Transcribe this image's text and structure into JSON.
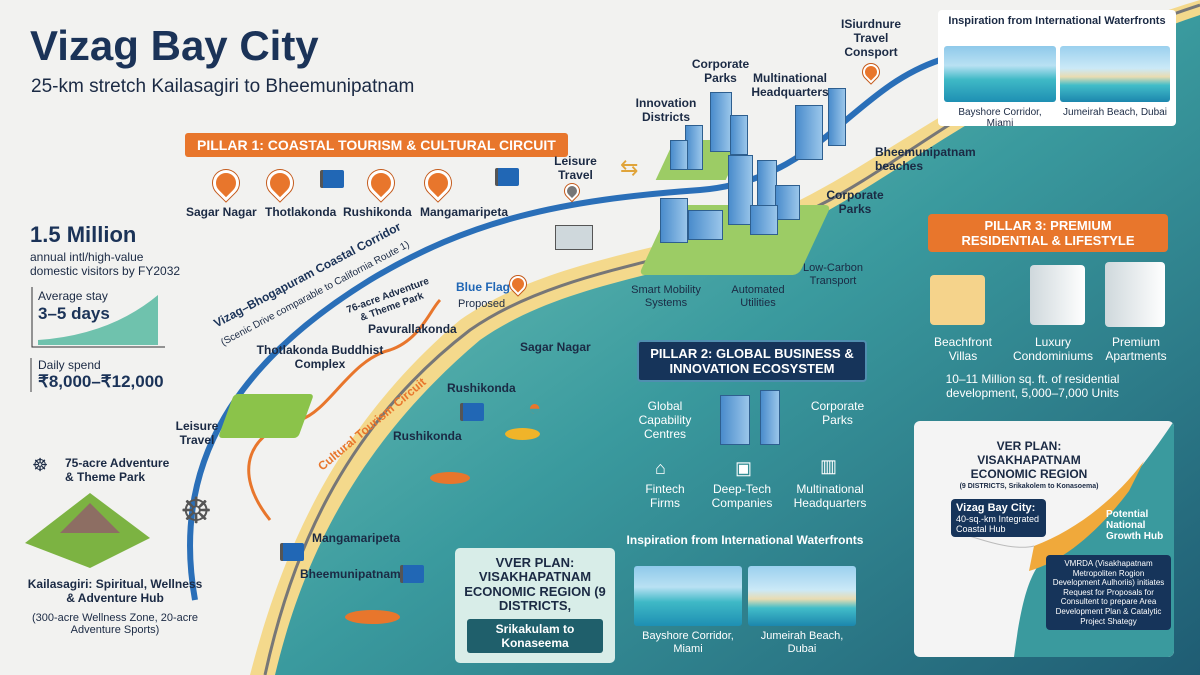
{
  "header": {
    "title": "Vizag Bay City",
    "subtitle": "25-km stretch Kailasagiri to Bheemunipatnam"
  },
  "pillar1": {
    "label": "PILLAR 1: COASTAL TOURISM & CULTURAL CIRCUIT",
    "stops": [
      "Sagar Nagar",
      "Thotlakonda",
      "Rushikonda",
      "Mangamaripeta"
    ]
  },
  "stats": {
    "visitors_value": "1.5 Million",
    "visitors_desc": "annual intl/high-value domestic visitors by FY2032",
    "stay_label": "Average stay",
    "stay_value": "3–5 days",
    "spend_label": "Daily spend",
    "spend_value": "₹8,000–₹12,000"
  },
  "map": {
    "corridor": "Vizag–Bhogapuram Coastal Corridor",
    "corridor_sub": "(Scenic Drive comparable to California Route 1)",
    "adventure_park_small": "76-acre Adventure & Theme Park",
    "blue_flag": "Blue Flag",
    "proposed": "Proposed",
    "pavurallakonda": "Pavurallakonda",
    "thotlakonda_complex": "Thotlakonda Buddhist Complex",
    "circuit": "Cultural Tourism Circuit",
    "sagar_nagar": "Sagar Nagar",
    "rushikonda_1": "Rushikonda",
    "rushikonda_2": "Rushikonda",
    "leisure_travel_1": "Leisure Travel",
    "leisure_travel_2": "Leisure Travel",
    "adventure_park": "75-acre Adventure & Theme Park",
    "kailasagiri": "Kailasagiri: Spiritual, Wellness & Adventure Hub",
    "kailasagiri_sub": "(300-acre Wellness Zone, 20-acre Adventure Sports)",
    "mangamaripeta": "Mangamaripeta",
    "bheemunipatnam": "Bheemunipatnam",
    "innovation": "Innovation Districts",
    "corporate_parks_1": "Corporate Parks",
    "multinational": "Multinational Headquarters",
    "travel_consport": "ISiurdnure Travel Consport",
    "bheem_beaches": "Bheemunipatnam beaches",
    "corporate_parks_2": "Corporate Parks",
    "smart_mobility": "Smart Mobility Systems",
    "automated": "Automated Utilities",
    "low_carbon": "Low-Carbon Transport"
  },
  "pillar2": {
    "label": "PILLAR 2: GLOBAL BUSINESS & INNOVATION ECOSYSTEM",
    "items": [
      "Global Capability Centres",
      "Corporate Parks",
      "Fintech Firms",
      "Deep-Tech Companies",
      "Multinational Headquarters"
    ]
  },
  "pillar3": {
    "label": "PILLAR 3: PREMIUM RESIDENTIAL & LIFESTYLE",
    "items": [
      "Beachfront Villas",
      "Luxury Condominiums",
      "Premium Apartments"
    ],
    "summary": "10–11 Million sq. ft. of residential development, 5,000–7,000 Units"
  },
  "inspiration_top": {
    "title": "Inspiration from International Waterfronts",
    "captions": [
      "Bayshore Corridor, Miami",
      "Jumeirah Beach, Dubai"
    ]
  },
  "inspiration_mid": {
    "title": "Inspiration from International Waterfronts",
    "captions": [
      "Bayshore Corridor, Miami",
      "Jumeirah Beach, Dubai"
    ]
  },
  "ver_box": {
    "title": "VVER PLAN: VISAKHAPATNAM ECONOMIC REGION (9 DISTRICTS,",
    "sub": "Srikakulam to Konaseema"
  },
  "region_map": {
    "title": "VER PLAN: VISAKHAPATNAM ECONOMIC REGION",
    "sub": "(9 DISTRICTS, Srikakolem to Konasoema)",
    "callout_title": "Vizag Bay City:",
    "callout_desc": "40-sq.-km Integrated Coastal Hub",
    "growth": "Potential National Growth Hub",
    "vmrda": "VMRDA (Visakhapatnam Metropoliten Rogion Development Aulhoriis) initiates Request for Proposals for Consultent to prepare Area Development Plan & Catalytic Project Shategy"
  },
  "colors": {
    "navy": "#1b3358",
    "orange": "#e8762c",
    "teal": "#2f8a91",
    "sand": "#f4d98c"
  }
}
